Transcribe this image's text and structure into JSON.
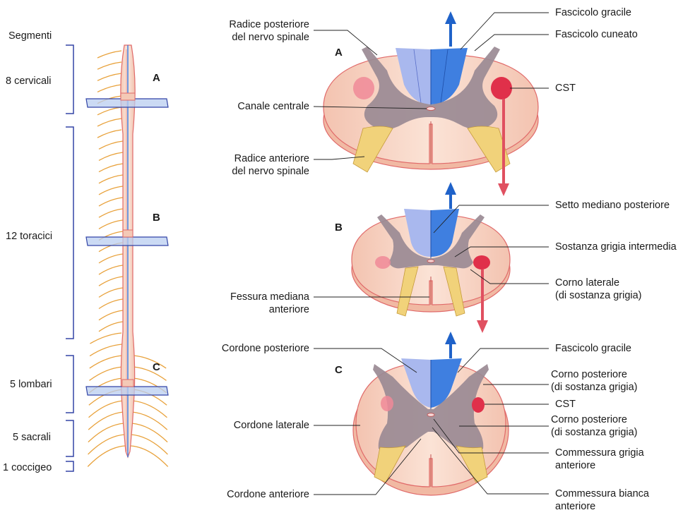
{
  "segments": {
    "title": "Segmenti",
    "cervical": "8 cervicali",
    "thoracic": "12 toracici",
    "lumbar": "5 lombari",
    "sacral": "5 sacrali",
    "coccygeal": "1 coccigeo"
  },
  "levels": {
    "a": "A",
    "b": "B",
    "c": "C"
  },
  "section_a": {
    "left": {
      "posterior_root_1": "Radice posteriore",
      "posterior_root_2": "del nervo spinale",
      "central_canal": "Canale centrale",
      "anterior_root_1": "Radice anteriore",
      "anterior_root_2": "del nervo spinale"
    },
    "right": {
      "gracile": "Fascicolo gracile",
      "cuneate": "Fascicolo cuneato",
      "cst": "CST"
    }
  },
  "section_b": {
    "left": {
      "fissure_1": "Fessura mediana",
      "fissure_2": "anteriore"
    },
    "right": {
      "septum": "Setto mediano posteriore",
      "intermediate": "Sostanza grigia intermedia",
      "lateral_horn_1": "Corno laterale",
      "lateral_horn_2": "(di sostanza grigia)"
    }
  },
  "section_c": {
    "left": {
      "posterior_cord": "Cordone posteriore",
      "lateral_cord": "Cordone laterale",
      "anterior_cord": "Cordone anteriore"
    },
    "right": {
      "gracile": "Fascicolo gracile",
      "posterior_horn_1": "Corno posteriore",
      "posterior_horn_2": "(di sostanza grigia)",
      "cst": "CST",
      "anterior_horn_1": "Corno posteriore",
      "anterior_horn_2": "(di sostanza grigia)",
      "grey_commissure_1": "Commessura grigia",
      "grey_commissure_2": "anteriore",
      "white_commissure_1": "Commessura bianca",
      "white_commissure_2": "anteriore"
    }
  },
  "colors": {
    "white_matter": "#f8d6c6",
    "white_matter_edge": "#e06a6a",
    "grey_matter": "#9a8a94",
    "dorsal_column_light": "#a9b8ee",
    "dorsal_column_blue": "#3f7fe0",
    "cst_red": "#e0304a",
    "root_yellow": "#f1d27a",
    "arrow_blue": "#1f62c9",
    "arrow_red": "#e05060",
    "bracket": "#3345a6",
    "nerve_orange": "#e8a13a"
  }
}
